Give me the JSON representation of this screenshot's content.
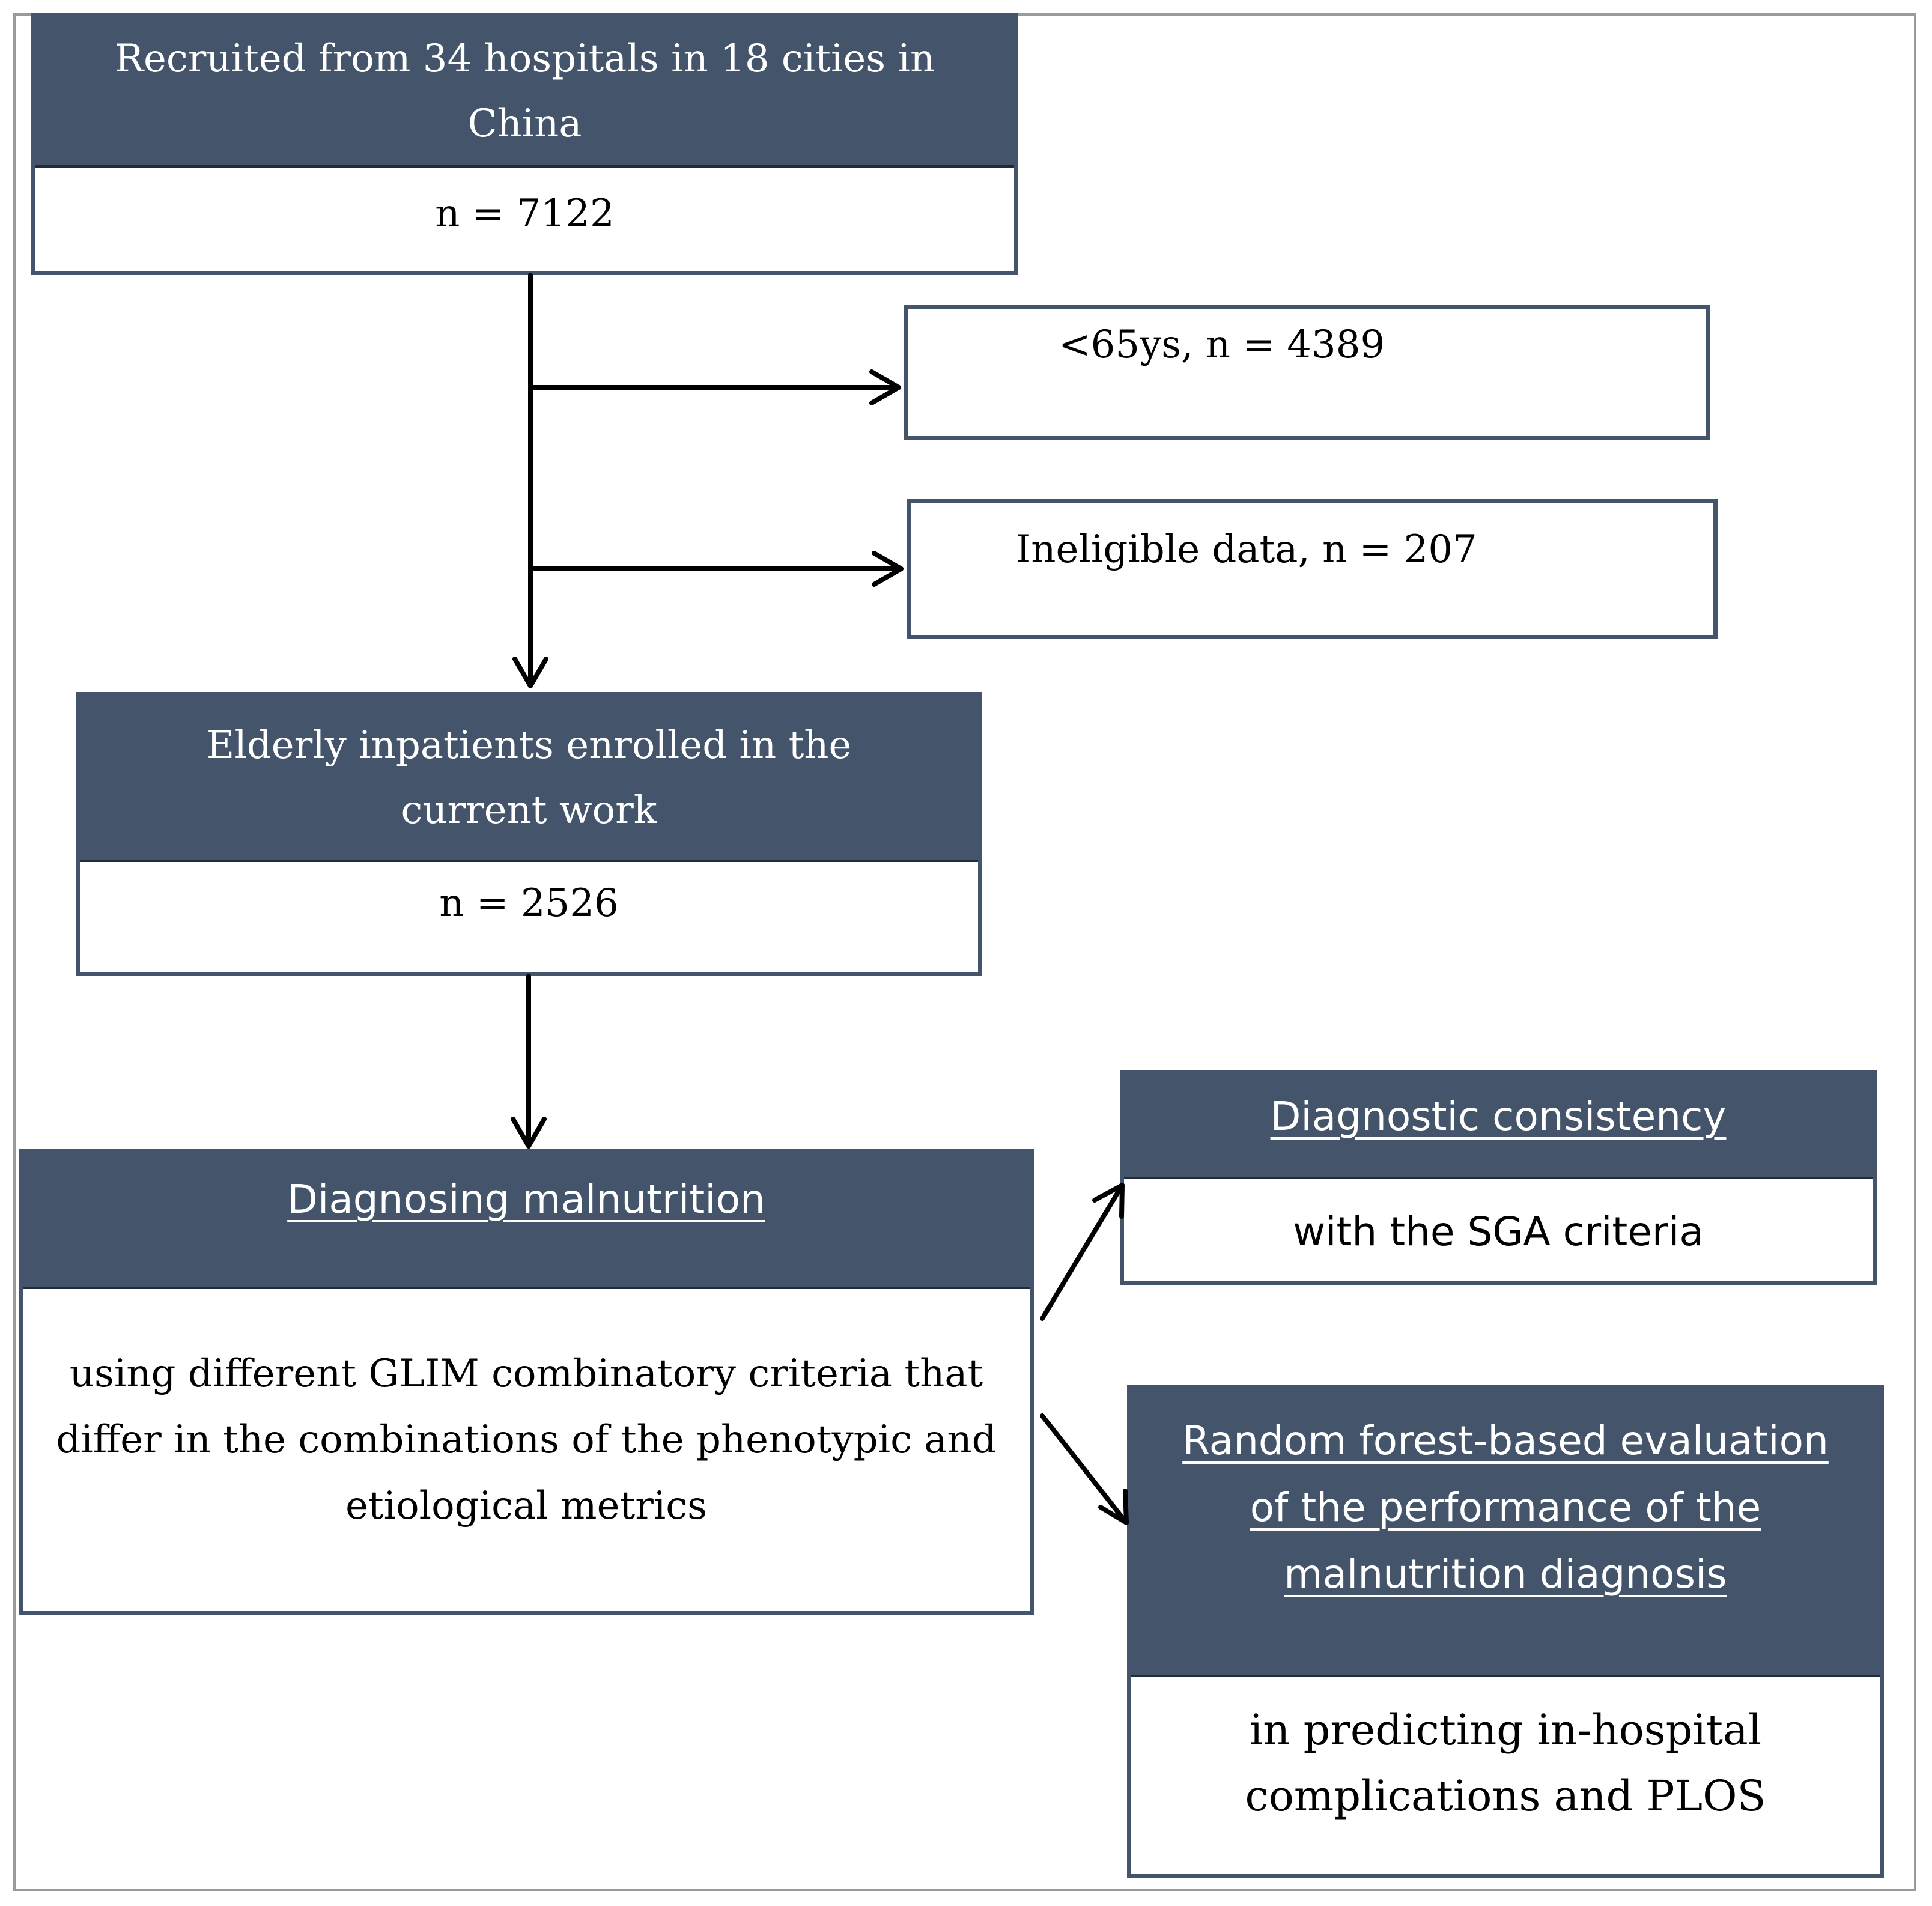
{
  "boxes": {
    "recruited": {
      "header": "Recruited from 34 hospitals in 18 cities in China",
      "body": "n = 7122"
    },
    "excluded_age": {
      "text": "<65ys, n = 4389"
    },
    "excluded_ineligible": {
      "text": "Ineligible data, n = 207"
    },
    "enrolled": {
      "header": "Elderly inpatients enrolled in the current work",
      "body": "n = 2526"
    },
    "diagnosing": {
      "header": "Diagnosing malnutrition",
      "body": "using different GLIM combinatory criteria that differ in the combinations of the phenotypic and etiological metrics"
    },
    "consistency": {
      "header": "Diagnostic consistency",
      "body": "with the SGA criteria"
    },
    "random_forest": {
      "header": "Random forest-based evaluation of the performance of the malnutrition diagnosis",
      "body": "in predicting in-hospital complications and PLOS"
    }
  },
  "colors": {
    "header_fill": "#44546a",
    "header_text": "#ffffff",
    "border": "#44546a",
    "arrow": "#000000"
  }
}
